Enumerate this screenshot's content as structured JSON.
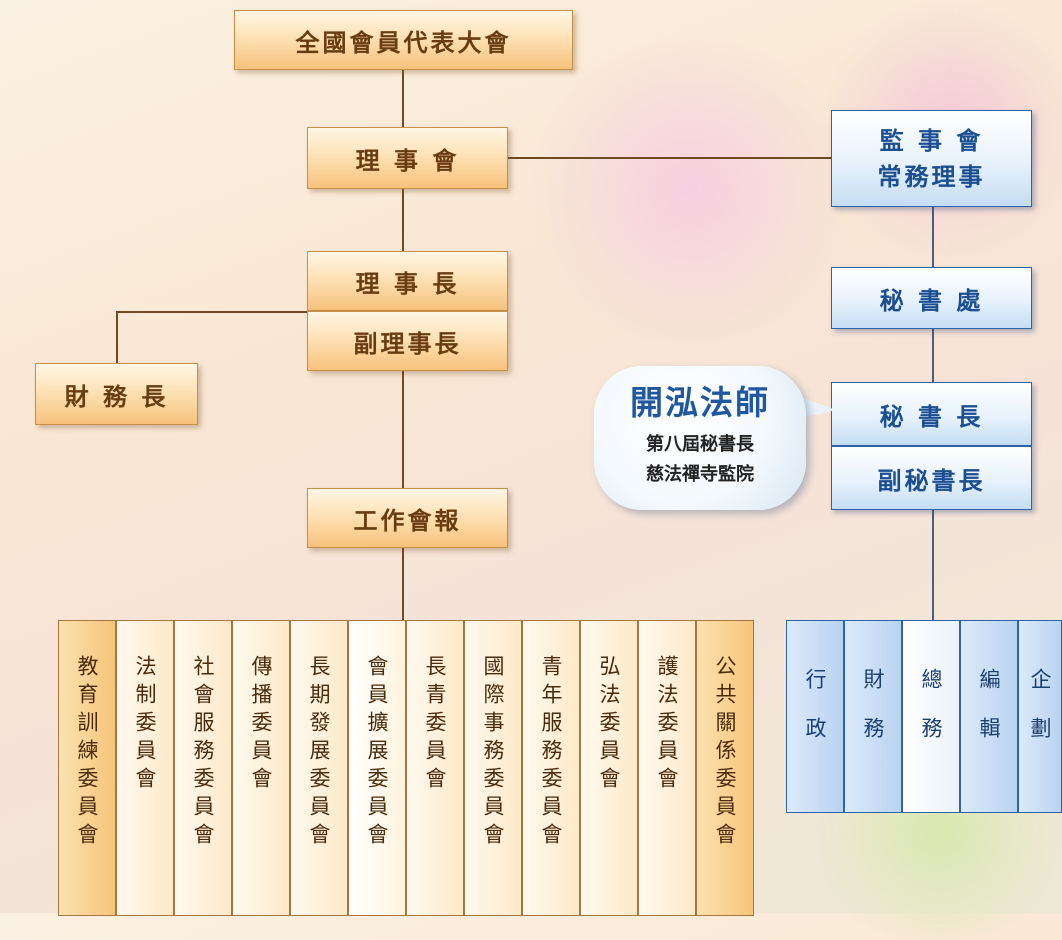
{
  "top": {
    "general_assembly": "全國會員代表大會",
    "board": "理 事 會",
    "chairman": "理 事 長",
    "vice_chairman": "副理事長",
    "treasurer": "財 務 長",
    "work_meeting": "工作會報"
  },
  "right": {
    "supervisors_line1": "監 事 會",
    "supervisors_line2": "常務理事",
    "secretariat": "秘 書 處",
    "secretary_general": "秘 書 長",
    "deputy_secretary_general": "副秘書長"
  },
  "callout": {
    "name": "開泓法師",
    "line1": "第八屆秘書長",
    "line2": "慈法禪寺監院"
  },
  "committees": [
    "教育訓練委員會",
    "法制委員會",
    "社會服務委員會",
    "傳播委員會",
    "長期發展委員會",
    "會員擴展委員會",
    "長青委員會",
    "國際事務委員會",
    "青年服務委員會",
    "弘法委員會",
    "護法委員會",
    "公共關係委員會"
  ],
  "departments": [
    "行政",
    "財務",
    "總務",
    "編輯",
    "企劃"
  ],
  "colors": {
    "orange_border": "#c78f47",
    "blue_border": "#2f63a8",
    "line": "#6f4a22"
  }
}
